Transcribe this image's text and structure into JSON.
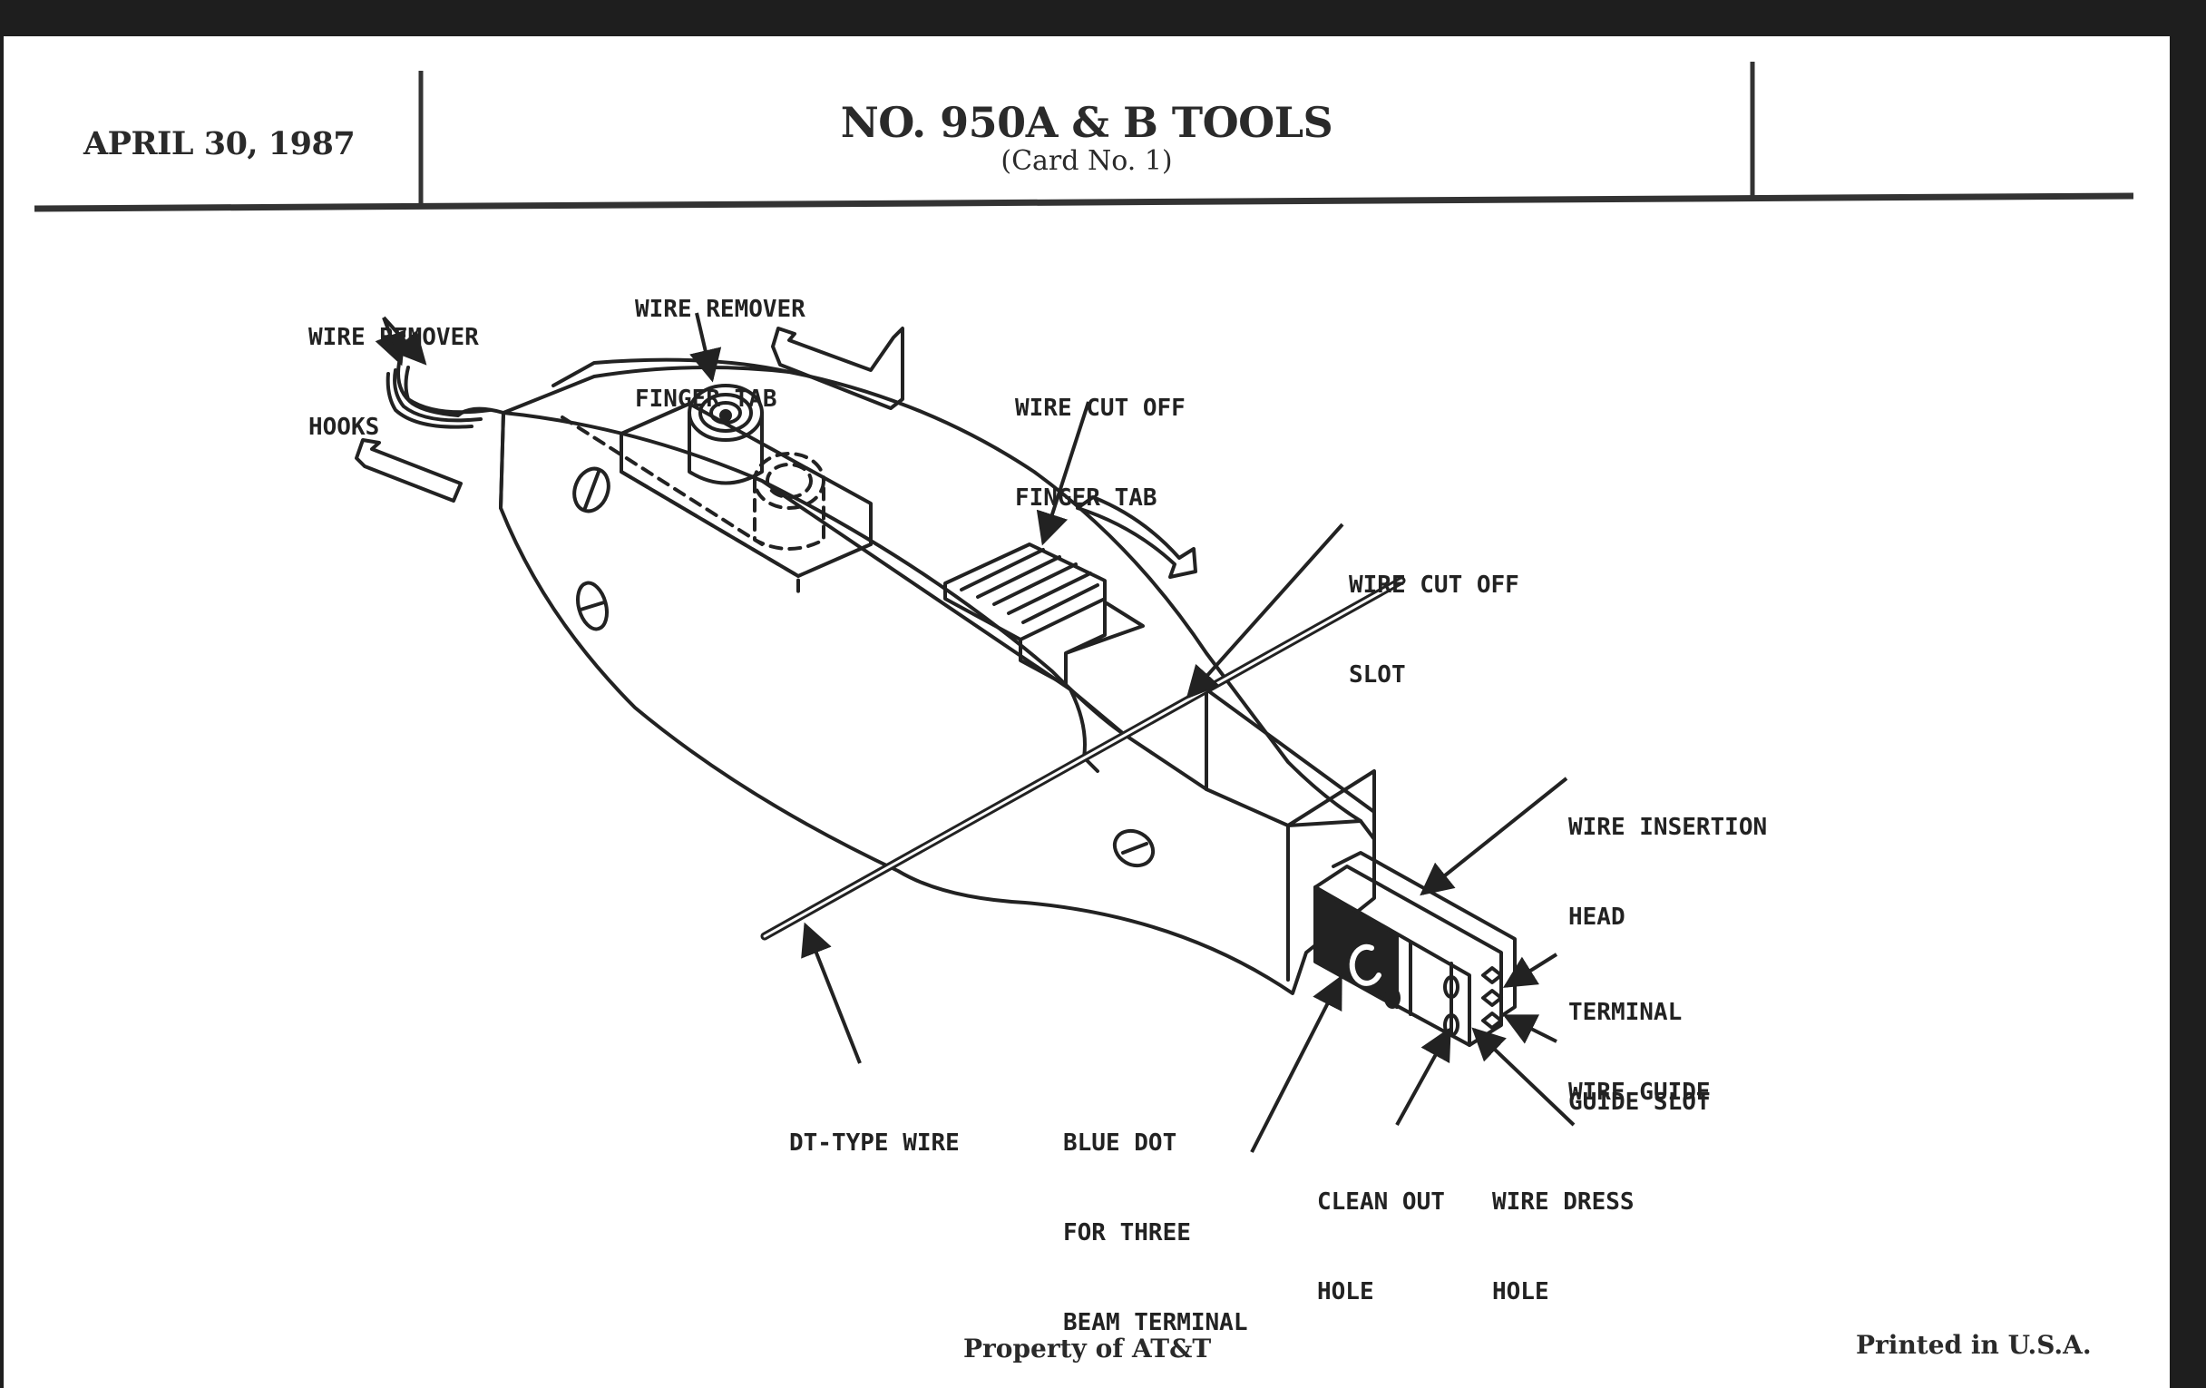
{
  "header": {
    "date": "APRIL 30, 1987",
    "title": "NO. 950A & B TOOLS",
    "subtitle": "(Card No. 1)"
  },
  "diagram": {
    "subject": "950A/B wire insertion tool",
    "callouts": {
      "wire_remover_hooks": [
        "WIRE REMOVER",
        "HOOKS"
      ],
      "wire_remover_finger_tab": [
        "WIRE REMOVER",
        "FINGER TAB"
      ],
      "wire_cut_off_finger_tab": [
        "WIRE CUT OFF",
        "FINGER TAB"
      ],
      "wire_cut_off_slot": [
        "WIRE CUT OFF",
        "SLOT"
      ],
      "wire_insertion_head": [
        "WIRE INSERTION",
        "HEAD"
      ],
      "terminal_guide_slot": [
        "TERMINAL",
        "GUIDE SLOT"
      ],
      "wire_guide": [
        "WIRE GUIDE"
      ],
      "dt_type_wire": [
        "DT-TYPE WIRE"
      ],
      "blue_dot": [
        "BLUE DOT",
        "FOR THREE",
        "BEAM TERMINAL"
      ],
      "clean_out_hole": [
        "CLEAN OUT",
        "HOLE"
      ],
      "wire_dress_hole": [
        "WIRE DRESS",
        "HOLE"
      ]
    }
  },
  "footer": {
    "property": "Property of AT&T",
    "printed": "Printed in U.S.A."
  },
  "colors": {
    "ink": "#222222",
    "paper": "#ffffff",
    "scan_border": "#1e1e1e"
  }
}
